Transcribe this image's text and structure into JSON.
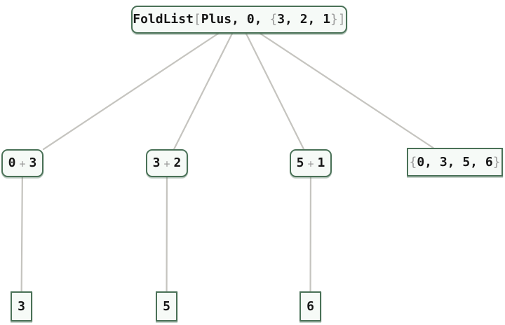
{
  "colors": {
    "node-border": "#4a7157",
    "node-fill": "#f6faf7",
    "edge": "#c5c4bf",
    "text": "#161616",
    "muted": "#9b9b9b",
    "background": "#ffffff"
  },
  "nodes": {
    "root": {
      "tokens": [
        {
          "text": "FoldList"
        },
        {
          "text": "["
        },
        {
          "text": "Plus, 0, "
        },
        {
          "text": "{"
        },
        {
          "text": "3, 2, 1"
        },
        {
          "text": "}"
        },
        {
          "text": "]"
        }
      ]
    },
    "c1": {
      "tokens": [
        {
          "text": "0"
        },
        {
          "text": "+"
        },
        {
          "text": "3"
        }
      ]
    },
    "c2": {
      "tokens": [
        {
          "text": "3"
        },
        {
          "text": "+"
        },
        {
          "text": "2"
        }
      ]
    },
    "c3": {
      "tokens": [
        {
          "text": "5"
        },
        {
          "text": "+"
        },
        {
          "text": "1"
        }
      ]
    },
    "c4": {
      "tokens": [
        {
          "text": "{"
        },
        {
          "text": "0, 3, 5, 6"
        },
        {
          "text": "}"
        }
      ]
    },
    "l1": {
      "tokens": [
        {
          "text": "3"
        }
      ]
    },
    "l2": {
      "tokens": [
        {
          "text": "5"
        }
      ]
    },
    "l3": {
      "tokens": [
        {
          "text": "6"
        }
      ]
    }
  },
  "edges": [
    {
      "from": "root",
      "to": "c1"
    },
    {
      "from": "root",
      "to": "c2"
    },
    {
      "from": "root",
      "to": "c3"
    },
    {
      "from": "root",
      "to": "c4"
    },
    {
      "from": "c1",
      "to": "l1"
    },
    {
      "from": "c2",
      "to": "l2"
    },
    {
      "from": "c3",
      "to": "l3"
    }
  ]
}
